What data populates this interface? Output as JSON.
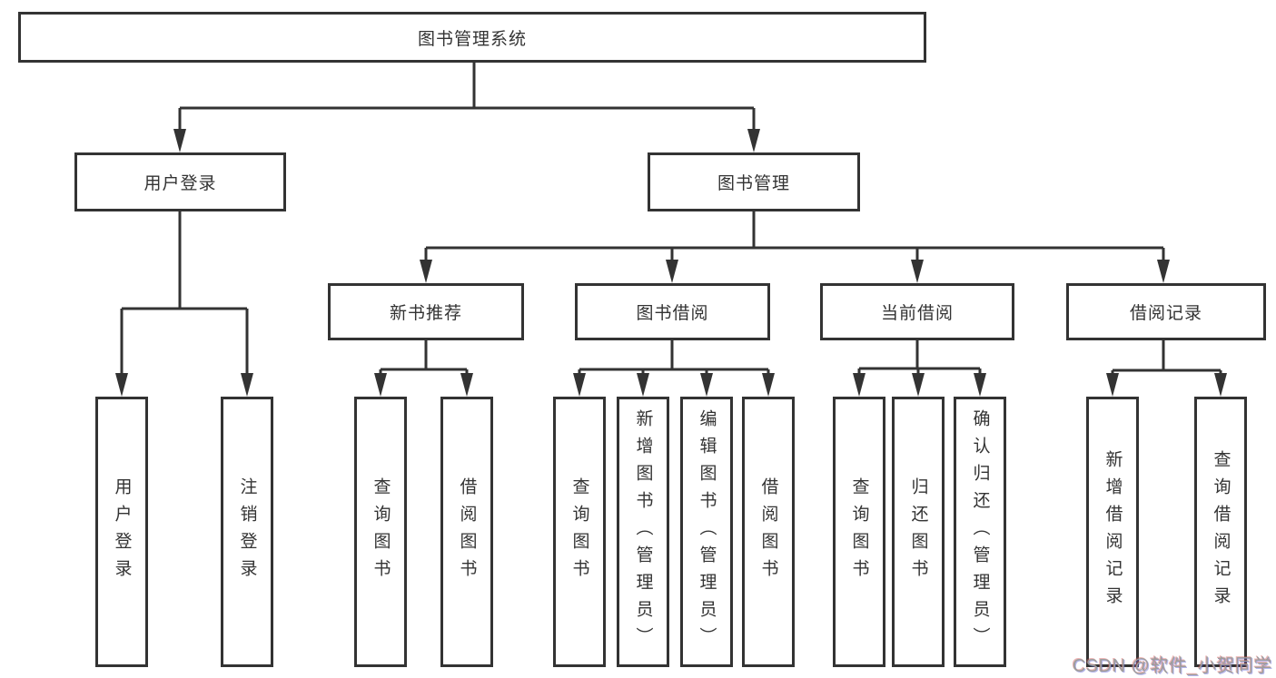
{
  "diagram": {
    "type": "hierarchy-tree",
    "orientation": "top-down",
    "colors": {
      "background": "#ffffff",
      "box_border": "#333333",
      "line": "#333333",
      "text": "#333333",
      "watermark": "#9d9d9d"
    },
    "tree": {
      "label": "图书管理系统",
      "children": [
        {
          "label": "用户登录",
          "children": [
            {
              "label": "用户登录"
            },
            {
              "label": "注销登录"
            }
          ]
        },
        {
          "label": "图书管理",
          "children": [
            {
              "label": "新书推荐",
              "children": [
                {
                  "label": "查询图书"
                },
                {
                  "label": "借阅图书"
                }
              ]
            },
            {
              "label": "图书借阅",
              "children": [
                {
                  "label": "查询图书"
                },
                {
                  "label": "新增图书（管理员）"
                },
                {
                  "label": "编辑图书（管理员）"
                },
                {
                  "label": "借阅图书"
                }
              ]
            },
            {
              "label": "当前借阅",
              "children": [
                {
                  "label": "查询图书"
                },
                {
                  "label": "归还图书"
                },
                {
                  "label": "确认归还（管理员）"
                }
              ]
            },
            {
              "label": "借阅记录",
              "children": [
                {
                  "label": "新增借阅记录"
                },
                {
                  "label": "查询借阅记录"
                }
              ]
            }
          ]
        }
      ]
    },
    "watermark": {
      "text": "CSDN @软件_小贺同学"
    }
  }
}
